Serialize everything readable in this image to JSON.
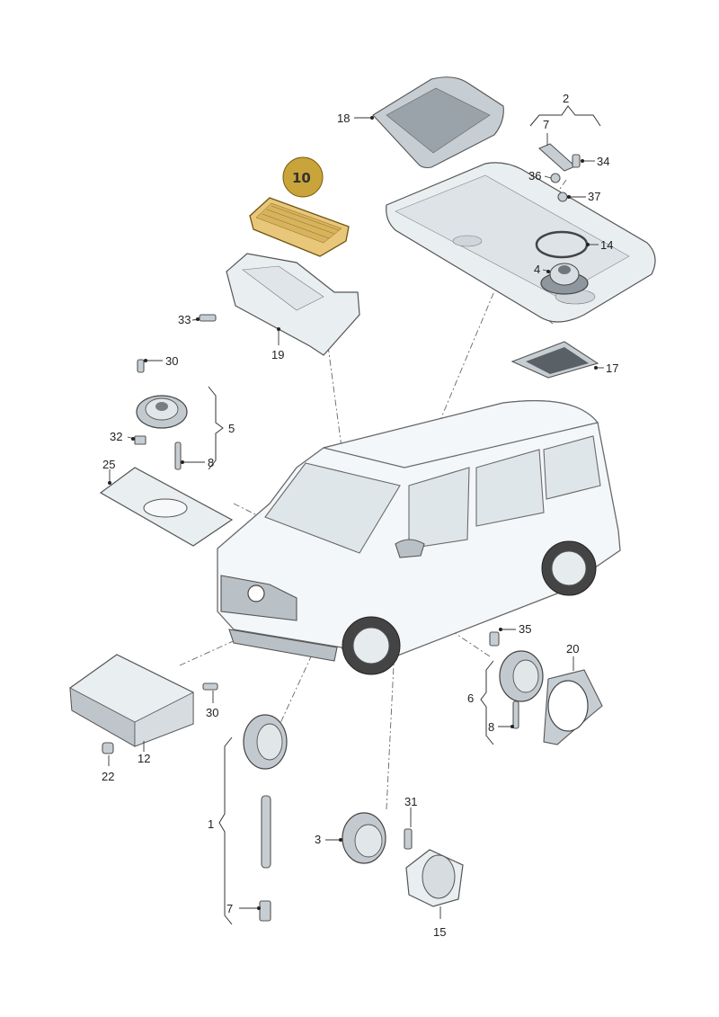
{
  "callouts": {
    "c1": "1",
    "c2": "2",
    "c3": "3",
    "c4": "4",
    "c5": "5",
    "c6": "6",
    "c7a": "7",
    "c7b": "7",
    "c8a": "8",
    "c8b": "8",
    "c10": "10",
    "c12": "12",
    "c14": "14",
    "c15": "15",
    "c17": "17",
    "c18": "18",
    "c19": "19",
    "c20": "20",
    "c22": "22",
    "c25": "25",
    "c30a": "30",
    "c30b": "30",
    "c31": "31",
    "c32": "32",
    "c33": "33",
    "c34": "34",
    "c35": "35",
    "c36": "36",
    "c37": "37"
  },
  "highlight": {
    "part": "10",
    "fill": "#e8c77a",
    "badge": "#c9a43a"
  },
  "colors": {
    "part": "#e9eef1",
    "line": "#555555"
  }
}
